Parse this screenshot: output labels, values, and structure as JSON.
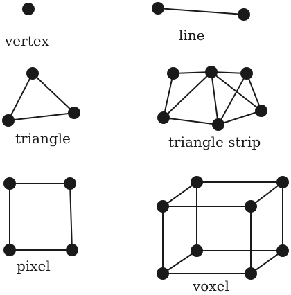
{
  "labels": {
    "vertex": "vertex",
    "line": "line",
    "triangle": "triangle",
    "triangle_strip": "triangle strip",
    "pixel": "pixel",
    "voxel": "voxel"
  },
  "colors": {
    "ink": "#1a1a1a",
    "background": "#ffffff"
  }
}
